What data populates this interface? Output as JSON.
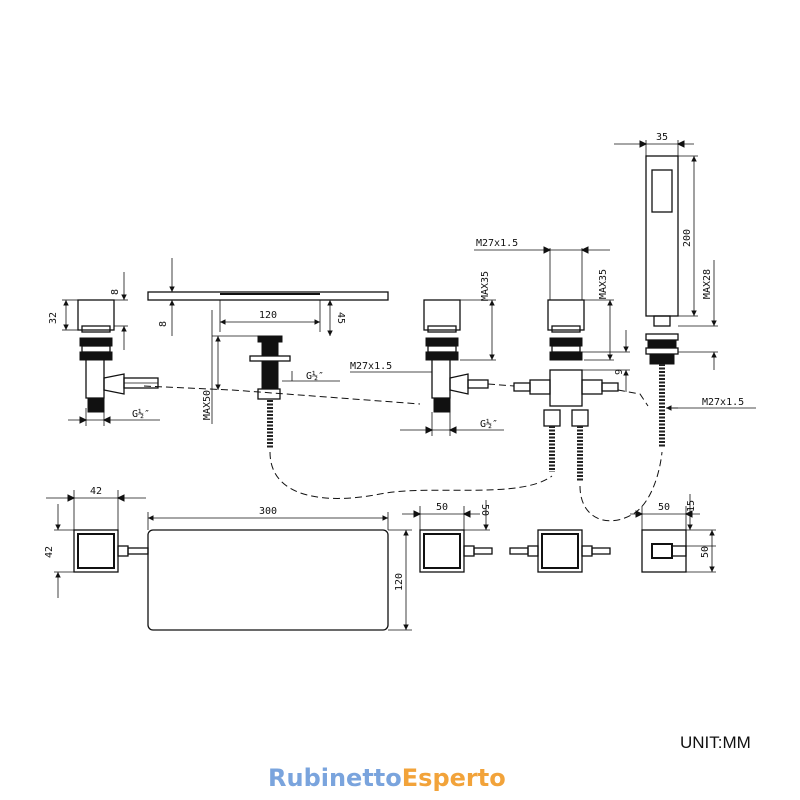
{
  "dimensions": {
    "side_view": {
      "valve_left_height": "32",
      "valve_left_cap": "8",
      "valve_left_thread": "G½″",
      "spout_thickness": "8",
      "spout_depth": "120",
      "spout_drop": "45",
      "spout_max": "MAX50",
      "spout_thread": "G½″",
      "valve_mid_thread_label": "M27x1.5",
      "valve_mid_max": "MAX35",
      "valve_mid_thread": "G½″",
      "diverter_thread_top": "M27x1.5",
      "diverter_max": "MAX35",
      "diverter_offset": "9",
      "handshower_width": "35",
      "handshower_length": "200",
      "handshower_max": "MAX28",
      "handshower_thread": "M27x1.5"
    },
    "top_view": {
      "valve_left_w": "42",
      "valve_left_h": "42",
      "spout_length": "300",
      "spout_width": "120",
      "valve_mid_w": "50",
      "valve_mid_h": "50",
      "handshower_w": "50",
      "handshower_depth": "15",
      "handshower_h": "50"
    }
  },
  "unit": "UNIT:MM",
  "brand": {
    "part1": "Rubinetto",
    "part2": "Esperto",
    "color1": "#7aa4dd",
    "color2": "#f2a33a"
  }
}
